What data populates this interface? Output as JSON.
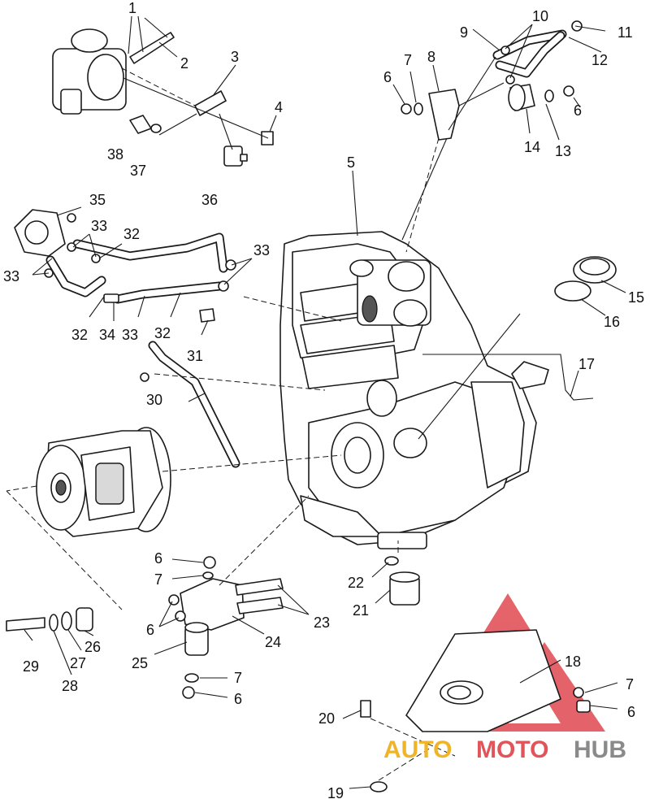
{
  "callouts": [
    {
      "id": "c1",
      "text": "1"
    },
    {
      "id": "c2",
      "text": "2"
    },
    {
      "id": "c3",
      "text": "3"
    },
    {
      "id": "c4",
      "text": "4"
    },
    {
      "id": "c5",
      "text": "5"
    },
    {
      "id": "c6a",
      "text": "6"
    },
    {
      "id": "c6b",
      "text": "6"
    },
    {
      "id": "c6c",
      "text": "6"
    },
    {
      "id": "c6d",
      "text": "6"
    },
    {
      "id": "c6e",
      "text": "6"
    },
    {
      "id": "c6f",
      "text": "6"
    },
    {
      "id": "c7a",
      "text": "7"
    },
    {
      "id": "c7b",
      "text": "7"
    },
    {
      "id": "c7c",
      "text": "7"
    },
    {
      "id": "c7d",
      "text": "7"
    },
    {
      "id": "c8",
      "text": "8"
    },
    {
      "id": "c9",
      "text": "9"
    },
    {
      "id": "c10",
      "text": "10"
    },
    {
      "id": "c11",
      "text": "11"
    },
    {
      "id": "c12",
      "text": "12"
    },
    {
      "id": "c13",
      "text": "13"
    },
    {
      "id": "c14",
      "text": "14"
    },
    {
      "id": "c15",
      "text": "15"
    },
    {
      "id": "c16",
      "text": "16"
    },
    {
      "id": "c17",
      "text": "17"
    },
    {
      "id": "c18",
      "text": "18"
    },
    {
      "id": "c19",
      "text": "19"
    },
    {
      "id": "c20",
      "text": "20"
    },
    {
      "id": "c21",
      "text": "21"
    },
    {
      "id": "c22",
      "text": "22"
    },
    {
      "id": "c23",
      "text": "23"
    },
    {
      "id": "c24",
      "text": "24"
    },
    {
      "id": "c25",
      "text": "25"
    },
    {
      "id": "c26",
      "text": "26"
    },
    {
      "id": "c27",
      "text": "27"
    },
    {
      "id": "c28",
      "text": "28"
    },
    {
      "id": "c29",
      "text": "29"
    },
    {
      "id": "c30",
      "text": "30"
    },
    {
      "id": "c31",
      "text": "31"
    },
    {
      "id": "c32a",
      "text": "32"
    },
    {
      "id": "c32b",
      "text": "32"
    },
    {
      "id": "c32c",
      "text": "32"
    },
    {
      "id": "c33a",
      "text": "33"
    },
    {
      "id": "c33b",
      "text": "33"
    },
    {
      "id": "c33c",
      "text": "33"
    },
    {
      "id": "c33d",
      "text": "33"
    },
    {
      "id": "c34",
      "text": "34"
    },
    {
      "id": "c35",
      "text": "35"
    },
    {
      "id": "c36",
      "text": "36"
    },
    {
      "id": "c37",
      "text": "37"
    },
    {
      "id": "c38",
      "text": "38"
    }
  ],
  "watermark": {
    "part1": "AUTO",
    "part2": "MOTO",
    "part3": "HUB",
    "colors": {
      "red": "#e2535a",
      "yellow": "#f0b428",
      "grey": "#8a8a8a"
    }
  }
}
